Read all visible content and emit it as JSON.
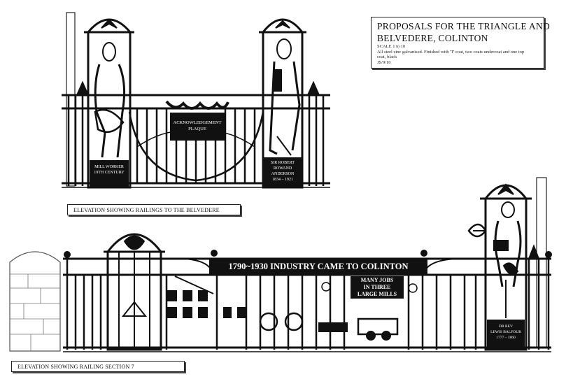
{
  "title_block": {
    "line1": "PROPOSALS FOR THE TRIANGLE AND",
    "line2": "BELVEDERE, COLINTON",
    "scale": "SCALE 1 to 10",
    "spec1": "All steel zinc galvanised. Finished with 'T' coat, two coats undercoat and one top",
    "spec2": "coat, black",
    "date": "JS/9/10"
  },
  "upper": {
    "caption": "ELEVATION SHOWING RAILINGS TO THE BELVEDERE",
    "left_panel": {
      "line1": "MILL WORKER",
      "line2": "19TH CENTURY"
    },
    "center_plaque": {
      "line1": "ACKNOWLEDGEMENT",
      "line2": "PLAQUE"
    },
    "right_panel": {
      "line1": "SIR ROBERT",
      "line2": "ROWAND",
      "line3": "ANDERSON",
      "line4": "1834 – 1921"
    }
  },
  "lower": {
    "caption": "ELEVATION SHOWING RAILING SECTION 7",
    "banner": "1790~1930 INDUSTRY CAME TO COLINTON",
    "jobs_plaque": {
      "line1": "MANY JOBS",
      "line2": "IN THREE",
      "line3": "LARGE MILLS"
    },
    "right_panel": {
      "line1": "DR REV",
      "line2": "LEWIS BALFOUR",
      "line3": "1777 – 1860"
    }
  },
  "colors": {
    "ink": "#111111",
    "paper": "#ffffff"
  }
}
